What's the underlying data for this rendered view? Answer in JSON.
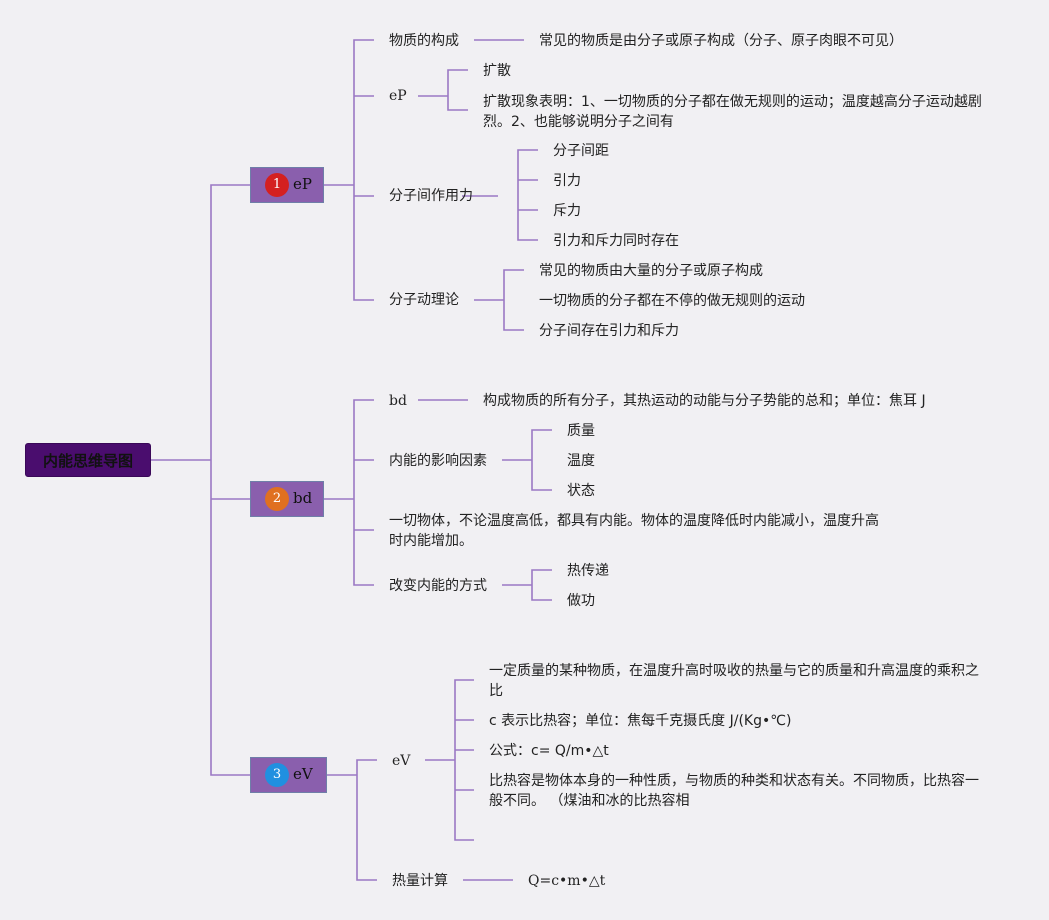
{
  "root": {
    "label": "内能思维导图"
  },
  "colors": {
    "root_bg": "#4a0d6e",
    "topic_bg": "#8a5fad",
    "line": "#9b79c4",
    "badge1": "#d42020",
    "badge2": "#e07020",
    "badge3": "#2090e0"
  },
  "branch1": {
    "badge": "1",
    "label": "eP",
    "items": {
      "composition": {
        "label": "物质的构成",
        "detail": "常见的物质是由分子或原子构成（分子、原子肉眼不可见）"
      },
      "ep": {
        "label": "eP",
        "c1": "扩散",
        "c2": "扩散现象表明：1、一切物质的分子都在做无规则的运动；温度越高分子运动越剧烈。2、也能够说明分子之间有"
      },
      "force": {
        "label": "分子间作用力",
        "children": [
          "分子间距",
          "引力",
          "斥力",
          "引力和斥力同时存在"
        ]
      },
      "theory": {
        "label": "分子动理论",
        "children": [
          "常见的物质由大量的分子或原子构成",
          "一切物质的分子都在不停的做无规则的运动",
          "分子间存在引力和斥力"
        ]
      }
    }
  },
  "branch2": {
    "badge": "2",
    "label": "bd",
    "items": {
      "bd": {
        "label": "bd",
        "detail": "构成物质的所有分子，其热运动的动能与分子势能的总和；单位：焦耳 J"
      },
      "factors": {
        "label": "内能的影响因素",
        "children": [
          "质量",
          "温度",
          "状态"
        ]
      },
      "statement": {
        "text": "一切物体，不论温度高低，都具有内能。物体的温度降低时内能减小，温度升高时内能增加。"
      },
      "change": {
        "label": "改变内能的方式",
        "children": [
          "热传递",
          "做功"
        ]
      }
    }
  },
  "branch3": {
    "badge": "3",
    "label": "eV",
    "items": {
      "ev": {
        "label": "eV",
        "children": [
          "一定质量的某种物质，在温度升高时吸收的热量与它的质量和升高温度的乘积之比",
          "c 表示比热容；单位：焦每千克摄氏度 J/(Kg•℃)",
          "公式：c= Q/m•△t",
          "比热容是物体本身的一种性质，与物质的种类和状态有关。不同物质，比热容一般不同。 （煤油和冰的比热容相",
          ""
        ]
      },
      "calc": {
        "label": "热量计算",
        "detail": "Q=c•m•△t"
      }
    }
  }
}
